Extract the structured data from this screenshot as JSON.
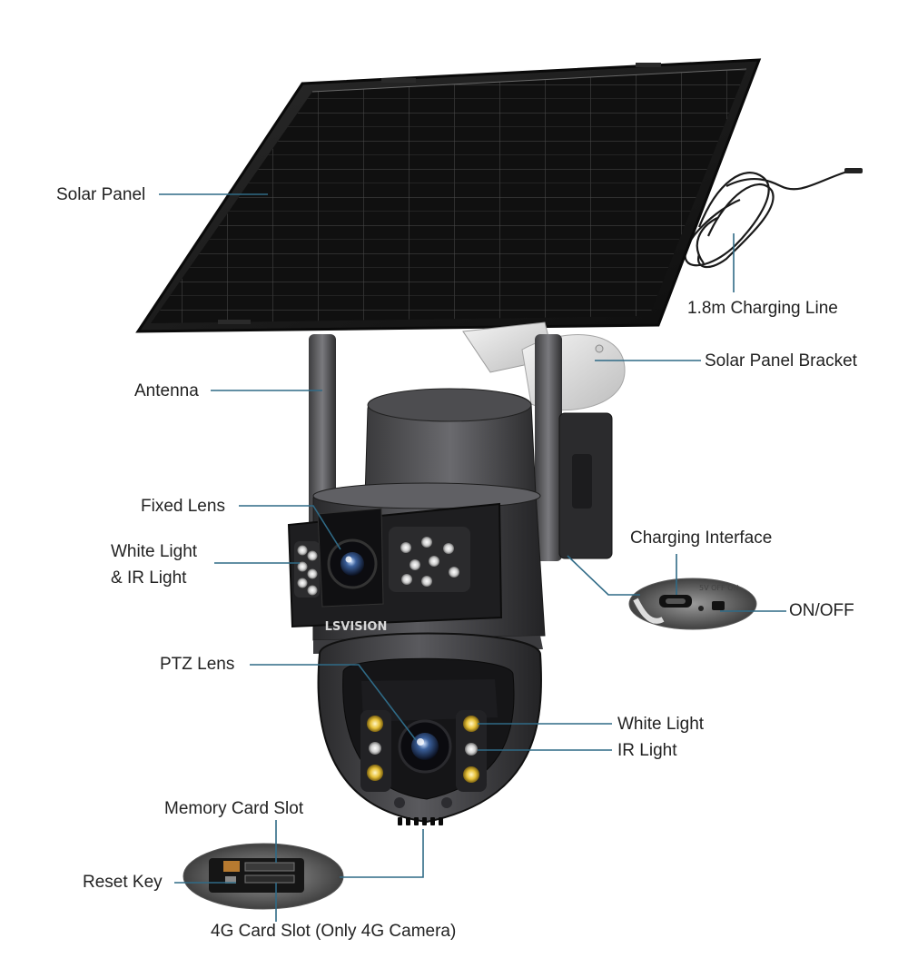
{
  "brand": {
    "logo_text": "LSVISION"
  },
  "colors": {
    "leader_line": "#2f6a86",
    "label_text": "#222222"
  },
  "callouts": {
    "solar_panel": "Solar Panel",
    "charging_line": "1.8m Charging Line",
    "solar_panel_bracket": "Solar Panel Bracket",
    "antenna": "Antenna",
    "fixed_lens": "Fixed Lens",
    "white_ir_light_line1": "White Light",
    "white_ir_light_line2": "& IR Light",
    "charging_interface": "Charging Interface",
    "on_off": "ON/OFF",
    "ptz_lens": "PTZ Lens",
    "white_light": "White Light",
    "ir_light": "IR Light",
    "memory_card_slot": "Memory Card Slot",
    "reset_key": "Reset Key",
    "card_slot_4g": "4G Card Slot (Only 4G Camera)"
  }
}
